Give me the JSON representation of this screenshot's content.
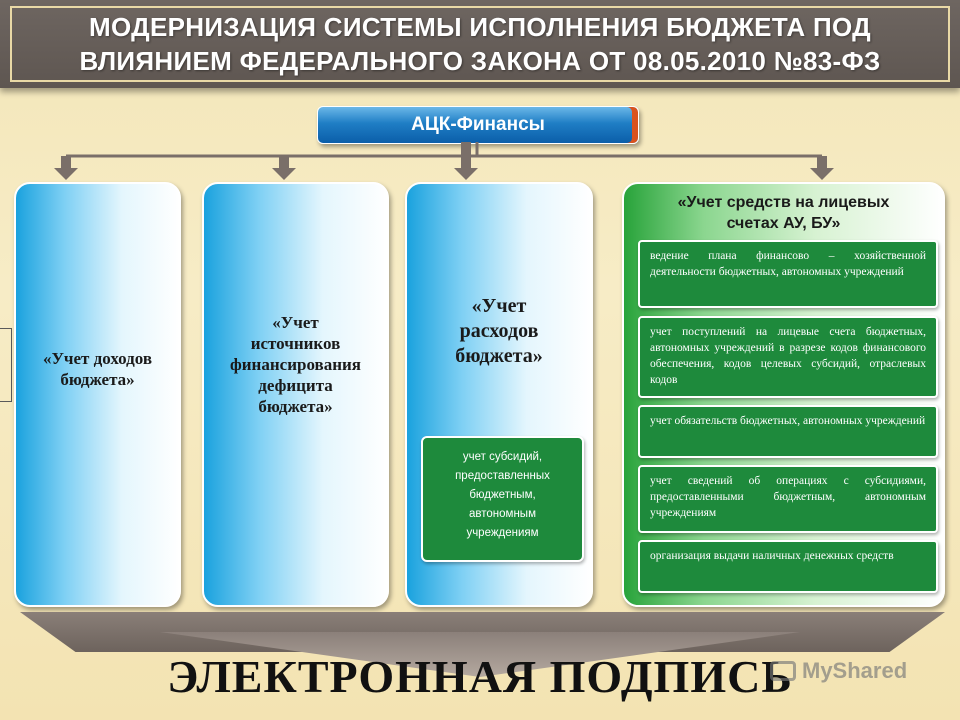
{
  "title": {
    "line1": "МОДЕРНИЗАЦИЯ СИСТЕМЫ ИСПОЛНЕНИЯ БЮДЖЕТА ПОД",
    "line2": "ВЛИЯНИЕМ ФЕДЕРАЛЬНОГО ЗАКОНА ОТ 08.05.2010 №83-ФЗ"
  },
  "root": {
    "label": "АЦК-Финансы"
  },
  "columns": [
    {
      "title_lines": [
        "«Учет доходов",
        "бюджета»"
      ]
    },
    {
      "title_lines": [
        "«Учет",
        "источников",
        "финансирования",
        "дефицита",
        "бюджета»"
      ]
    },
    {
      "title_lines": [
        "«Учет",
        "расходов",
        "бюджета»"
      ],
      "sub": [
        "учет субсидий,",
        "предоставленных",
        "бюджетным,",
        "автономным",
        "учреждениям"
      ]
    }
  ],
  "green_column": {
    "title_lines": [
      "«Учет средств на лицевых",
      "счетах АУ, БУ»"
    ],
    "items": [
      "ведение плана финансово – хозяйственной деятельности бюджетных, автономных учреждений",
      "учет поступлений на лицевые счета бюджетных, автономных учреждений в разрезе кодов финансового обеспечения, кодов целевых субсидий, отраслевых кодов",
      "учет обязательств бюджетных, автономных учреждений",
      "учет сведений об операциях с субсидиями, предоставленными бюджетным, автономным учреждениям",
      "организация выдачи наличных денежных средств"
    ]
  },
  "bottom": {
    "label": "ЭЛЕКТРОННАЯ ПОДПИСЬ"
  },
  "watermark": {
    "label": "MyShared"
  },
  "colors": {
    "title_bg": "#655d58",
    "root_blue": "#1f7ec5",
    "accent_orange": "#d9531e",
    "column_blue": "#1aa2de",
    "item_green": "#1e8a3c",
    "background": "#f4e7bb"
  }
}
